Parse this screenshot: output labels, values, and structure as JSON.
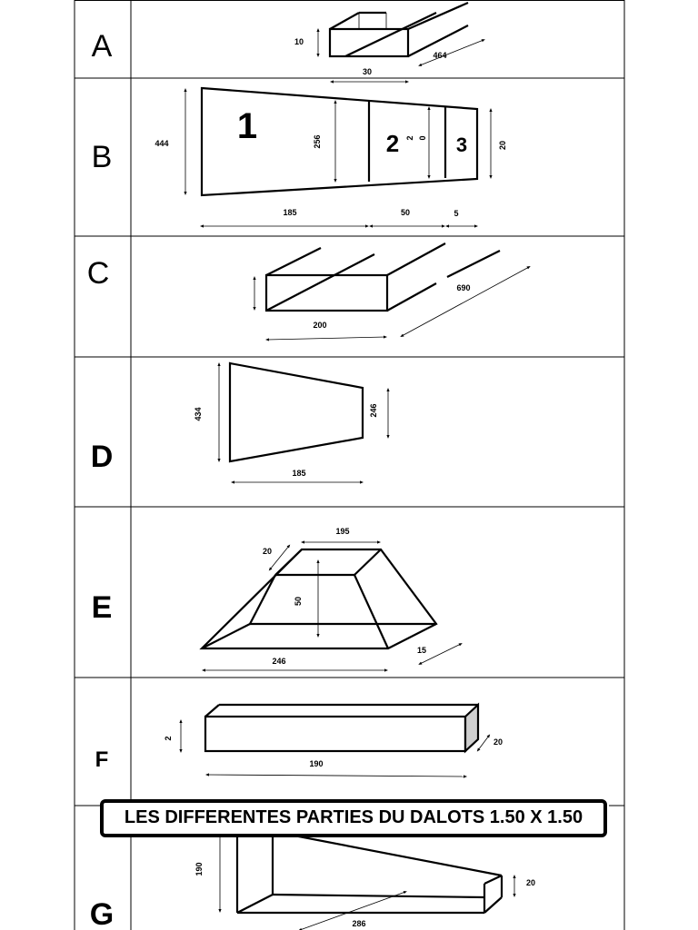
{
  "title": "LES DIFFERENTES PARTIES DU DALOTS 1.50 X 1.50",
  "rows": [
    {
      "label": "A",
      "dims": [
        "10",
        "30",
        "464"
      ]
    },
    {
      "label": "B",
      "parts": [
        "1",
        "2",
        "3"
      ],
      "dims": [
        "444",
        "256",
        "2",
        "0",
        "20",
        "185",
        "50",
        "5"
      ]
    },
    {
      "label": "C",
      "dims": [
        "200",
        "690"
      ]
    },
    {
      "label": "D",
      "dims": [
        "434",
        "246",
        "185"
      ]
    },
    {
      "label": "E",
      "dims": [
        "195",
        "20",
        "50",
        "246",
        "15"
      ]
    },
    {
      "label": "F",
      "dims": [
        "2",
        "190",
        "20"
      ]
    },
    {
      "label": "G",
      "dims": [
        "190",
        "20",
        "286"
      ]
    }
  ]
}
